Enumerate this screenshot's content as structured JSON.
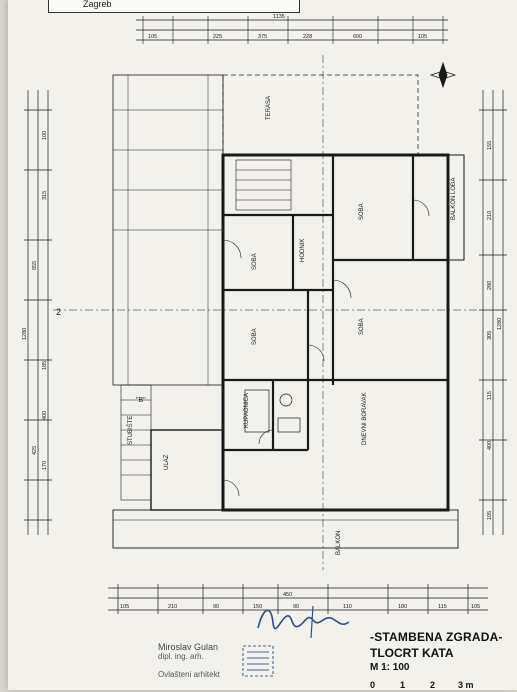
{
  "header": {
    "location": "Zagreb"
  },
  "rooms": {
    "terasa": "TERASA",
    "soba1": "SOBA",
    "soba2": "SOBA",
    "soba3": "SOBA",
    "soba4": "SOBA",
    "kupaonica": "KUPAONICA",
    "hodnik": "HODNIK",
    "stubiste": "STUBIŠTE",
    "ulaz": "ULAZ",
    "dnevni": "DNEVNI BORAVAK",
    "balkon": "BALKON",
    "balkon_loggia": "BALKON LOĐA"
  },
  "labels": {
    "point_b": "\"B\"",
    "axis_label": "2"
  },
  "title": {
    "line1": "-STAMBENA ZGRADA-",
    "line2": "TLOCRT KATA",
    "scale": "M 1: 100"
  },
  "scalebar": {
    "t0": "0",
    "t1": "1",
    "t2": "2",
    "t3": "3 m"
  },
  "architect": {
    "name": "Miroslav Gulan",
    "title": "dipl. ing. arh.",
    "role": "Ovlašteni arhitekt"
  },
  "dimensions": {
    "top_total": "1135",
    "top_sub": [
      "105",
      "225",
      "375",
      "228",
      "600",
      "105"
    ],
    "bottom_total": "450",
    "bottom_row1": [
      "105",
      "210",
      "90",
      "150",
      "90",
      "110",
      "180",
      "115",
      "105"
    ],
    "left": [
      "1280",
      "425",
      "170",
      "400",
      "185",
      "855",
      "315",
      "100"
    ],
    "right": [
      "1280",
      "115",
      "305",
      "280",
      "400",
      "210",
      "155",
      "105"
    ]
  },
  "colors": {
    "ink": "#1a1a1a",
    "paper": "#f2f1ec",
    "stamp": "#2b4f8a"
  }
}
